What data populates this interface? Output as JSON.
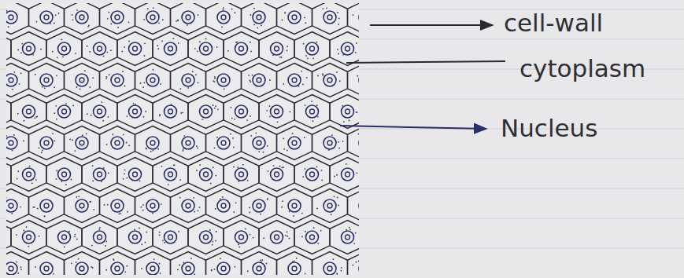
{
  "diagram": {
    "labels": [
      "cell-wall",
      "cytoplasm",
      "Nucleus"
    ]
  }
}
